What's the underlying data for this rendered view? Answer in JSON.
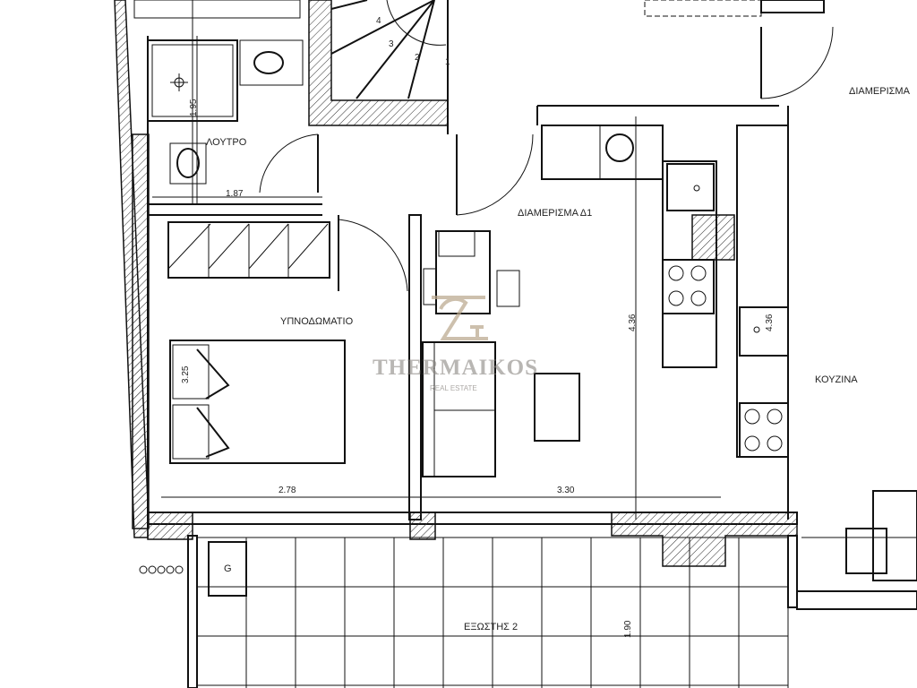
{
  "plan": {
    "rooms": {
      "bathroom": "ΛΟΥΤΡΟ",
      "apartment": "ΔΙΑΜΕΡΙΣΜΑ Δ1",
      "neighbor_apartment": "ΔΙΑΜΕΡΙΣΜΑ",
      "bedroom": "ΥΠΝΟΔΩΜΑΤΙΟ",
      "kitchen": "ΚΟΥΖΙΝΑ",
      "balcony": "ΕΞΩΣΤΗΣ 2"
    },
    "dimensions": {
      "bath_height": "1.95",
      "bath_width": "1.87",
      "bed_dim": "3.25",
      "living_depth": "4.36",
      "kitchen_depth": "4.36",
      "bedroom_width": "2.78",
      "living_width": "3.30",
      "balcony_depth": "1.90"
    },
    "stair_steps": [
      "1",
      "2",
      "3",
      "4"
    ],
    "boiler_label": "G"
  },
  "watermark": {
    "brand": "THERMAIKOS",
    "tagline": "REAL ESTATE",
    "color": "#8a8580"
  }
}
